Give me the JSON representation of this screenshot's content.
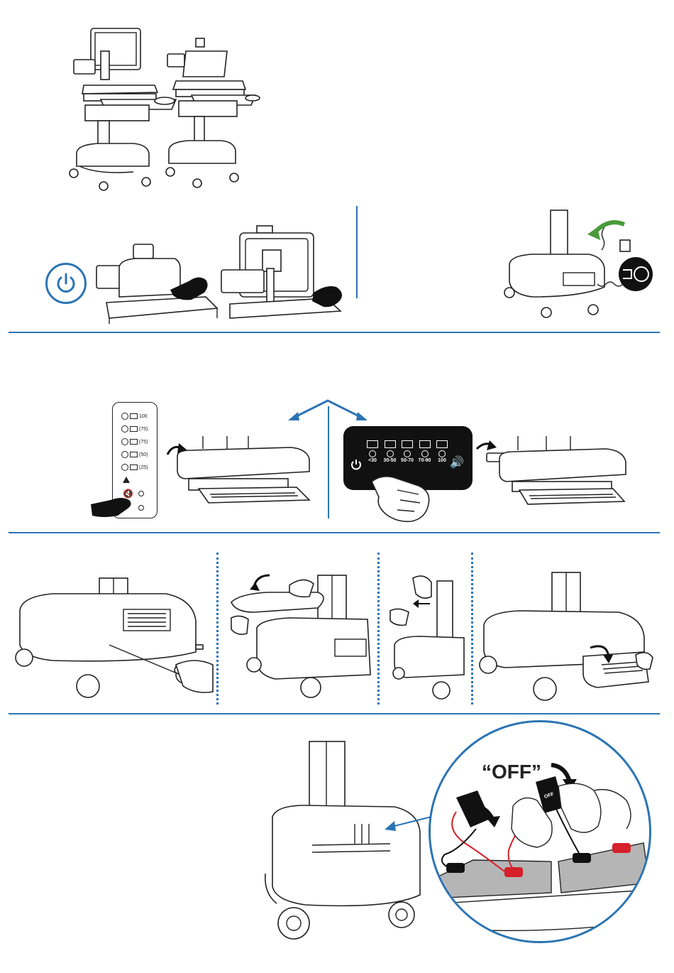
{
  "power_panel": {
    "battery_levels": [
      "100",
      "(75)",
      "(75)",
      "(50)",
      "(25)"
    ],
    "fault_icon": "warning-icon",
    "mute_icon": "speaker-mute-icon",
    "power_icon": "power-icon"
  },
  "display_panel": {
    "levels": [
      "<30",
      "30-50",
      "50-70",
      "70-90",
      "100"
    ]
  },
  "switch_callout": {
    "label": "“OFF”",
    "switch_text": "OFF"
  },
  "colors": {
    "accent": "#2b74b4",
    "battery_red": "#d6202a",
    "panel_black": "#111111"
  }
}
